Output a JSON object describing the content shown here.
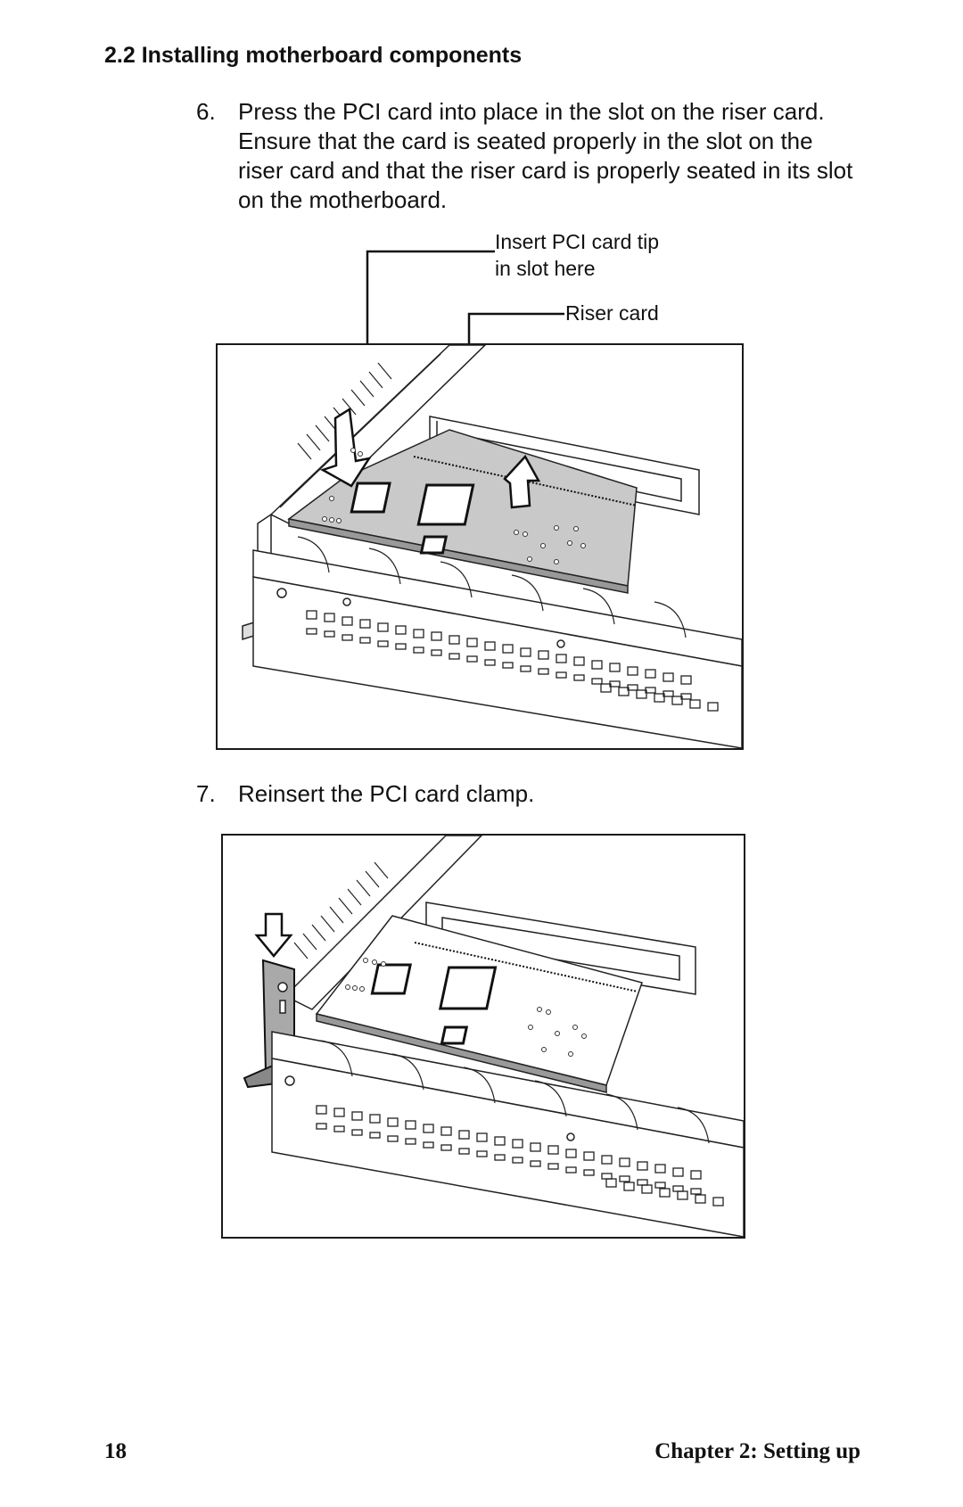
{
  "section_heading": "2.2  Installing motherboard components",
  "steps": [
    {
      "number": "6.",
      "text": "Press the PCI card into place in the slot on the riser card. Ensure that the card is seated properly in the slot on the riser card and that the riser card is properly seated in its slot on the motherboard."
    },
    {
      "number": "7.",
      "text": "Reinsert the PCI card clamp."
    }
  ],
  "figure1": {
    "callout_pci_tip": "Insert PCI card tip\nin slot here",
    "callout_riser": "Riser card"
  },
  "footer": {
    "page_number": "18",
    "chapter": "Chapter 2: Setting up"
  }
}
